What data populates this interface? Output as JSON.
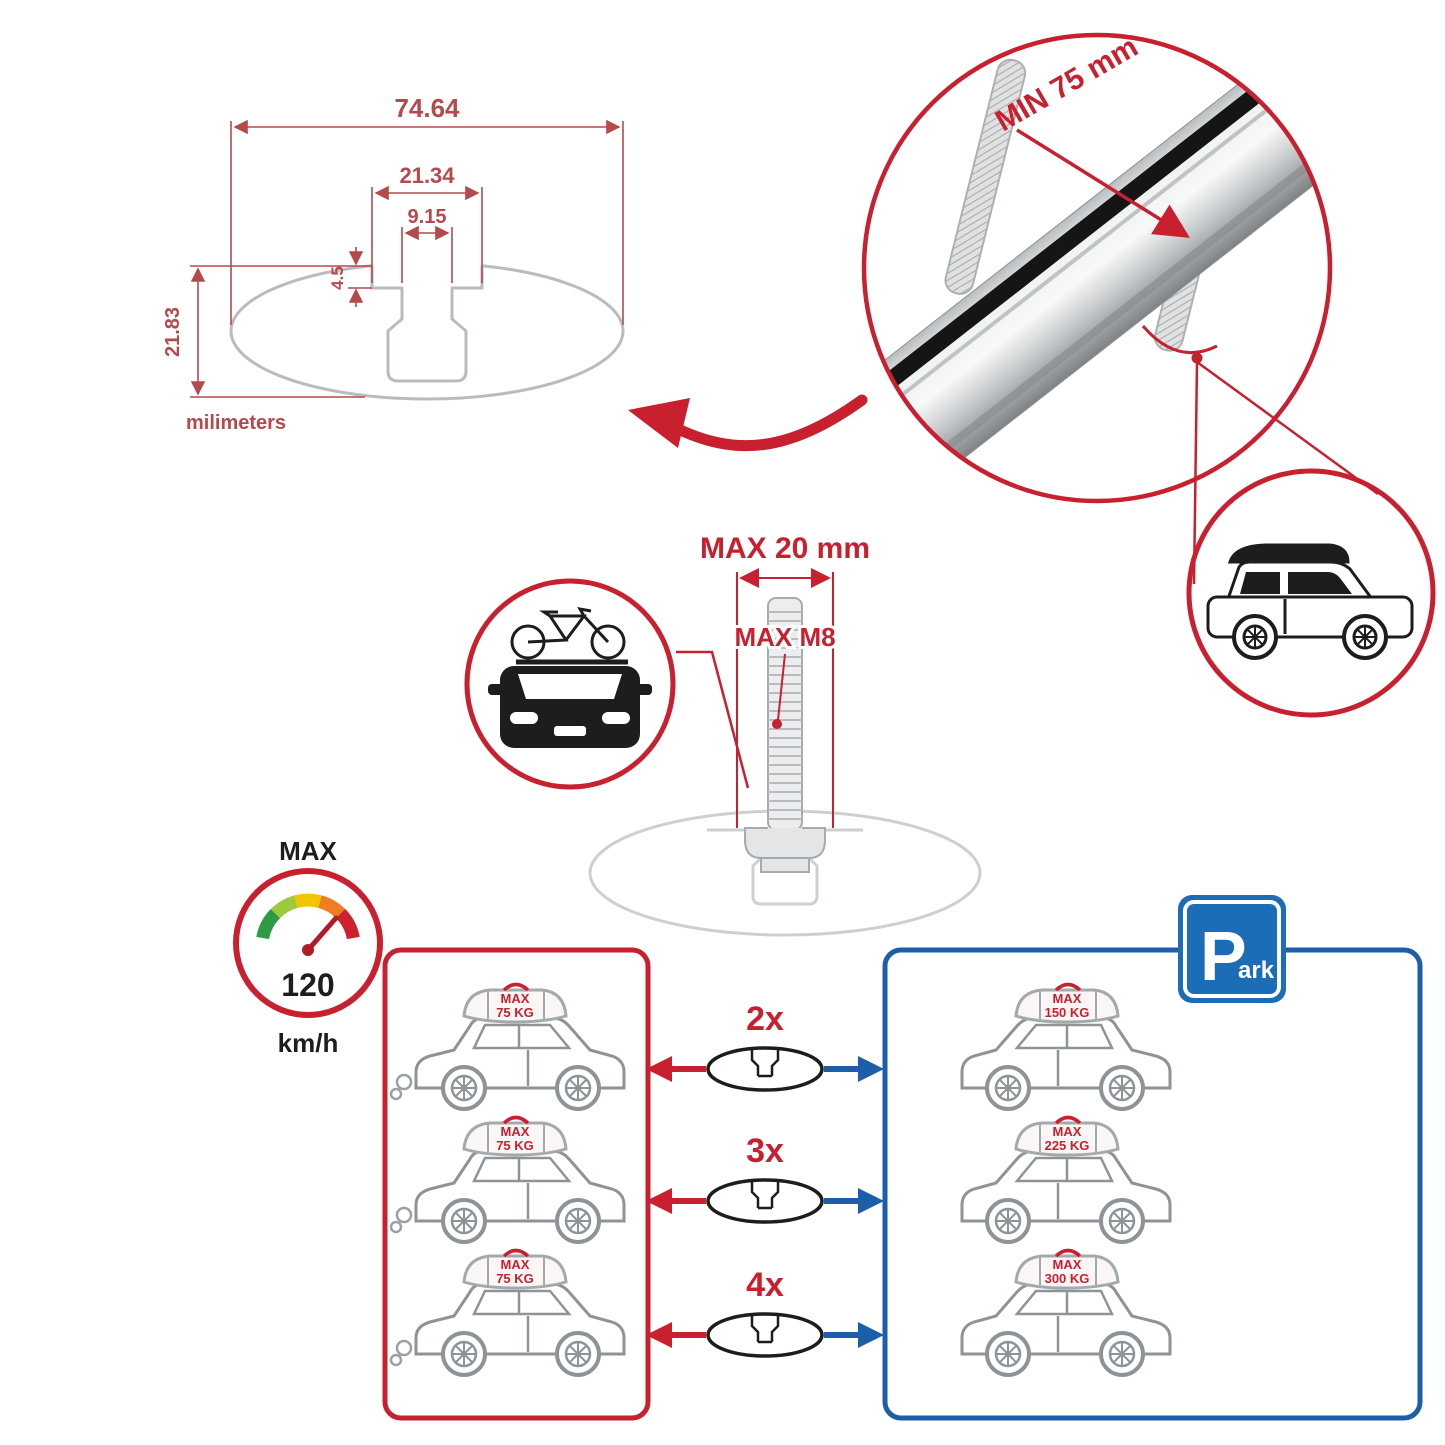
{
  "colors": {
    "red": "#c8202f",
    "dim_red": "#b5494c",
    "blue": "#1c5fa8",
    "park_blue": "#1a6db6",
    "gray": "#9aa0a6",
    "dark": "#1d1d1b"
  },
  "cross_section": {
    "total_width": "74.64",
    "boss_width": "21.34",
    "slot_width": "9.15",
    "step_depth": "4.5",
    "total_height": "21.83",
    "units": "milimeters"
  },
  "bar_detail": {
    "clearance": "MIN 75 mm"
  },
  "bolt": {
    "max_length": "MAX 20 mm",
    "max_thread": "MAX M8"
  },
  "speed_badge": {
    "label": "MAX",
    "value": "120",
    "unit": "km/h"
  },
  "park_sign": {
    "letter": "P",
    "suffix": "ark"
  },
  "left_panel": {
    "cars": [
      {
        "load_label": "MAX",
        "load_value": "75 KG"
      },
      {
        "load_label": "MAX",
        "load_value": "75 KG"
      },
      {
        "load_label": "MAX",
        "load_value": "75 KG"
      }
    ]
  },
  "right_panel": {
    "cars": [
      {
        "load_label": "MAX",
        "load_value": "150 KG"
      },
      {
        "load_label": "MAX",
        "load_value": "225 KG"
      },
      {
        "load_label": "MAX",
        "load_value": "300 KG"
      }
    ]
  },
  "multipliers": [
    {
      "label": "2x"
    },
    {
      "label": "3x"
    },
    {
      "label": "4x"
    }
  ]
}
